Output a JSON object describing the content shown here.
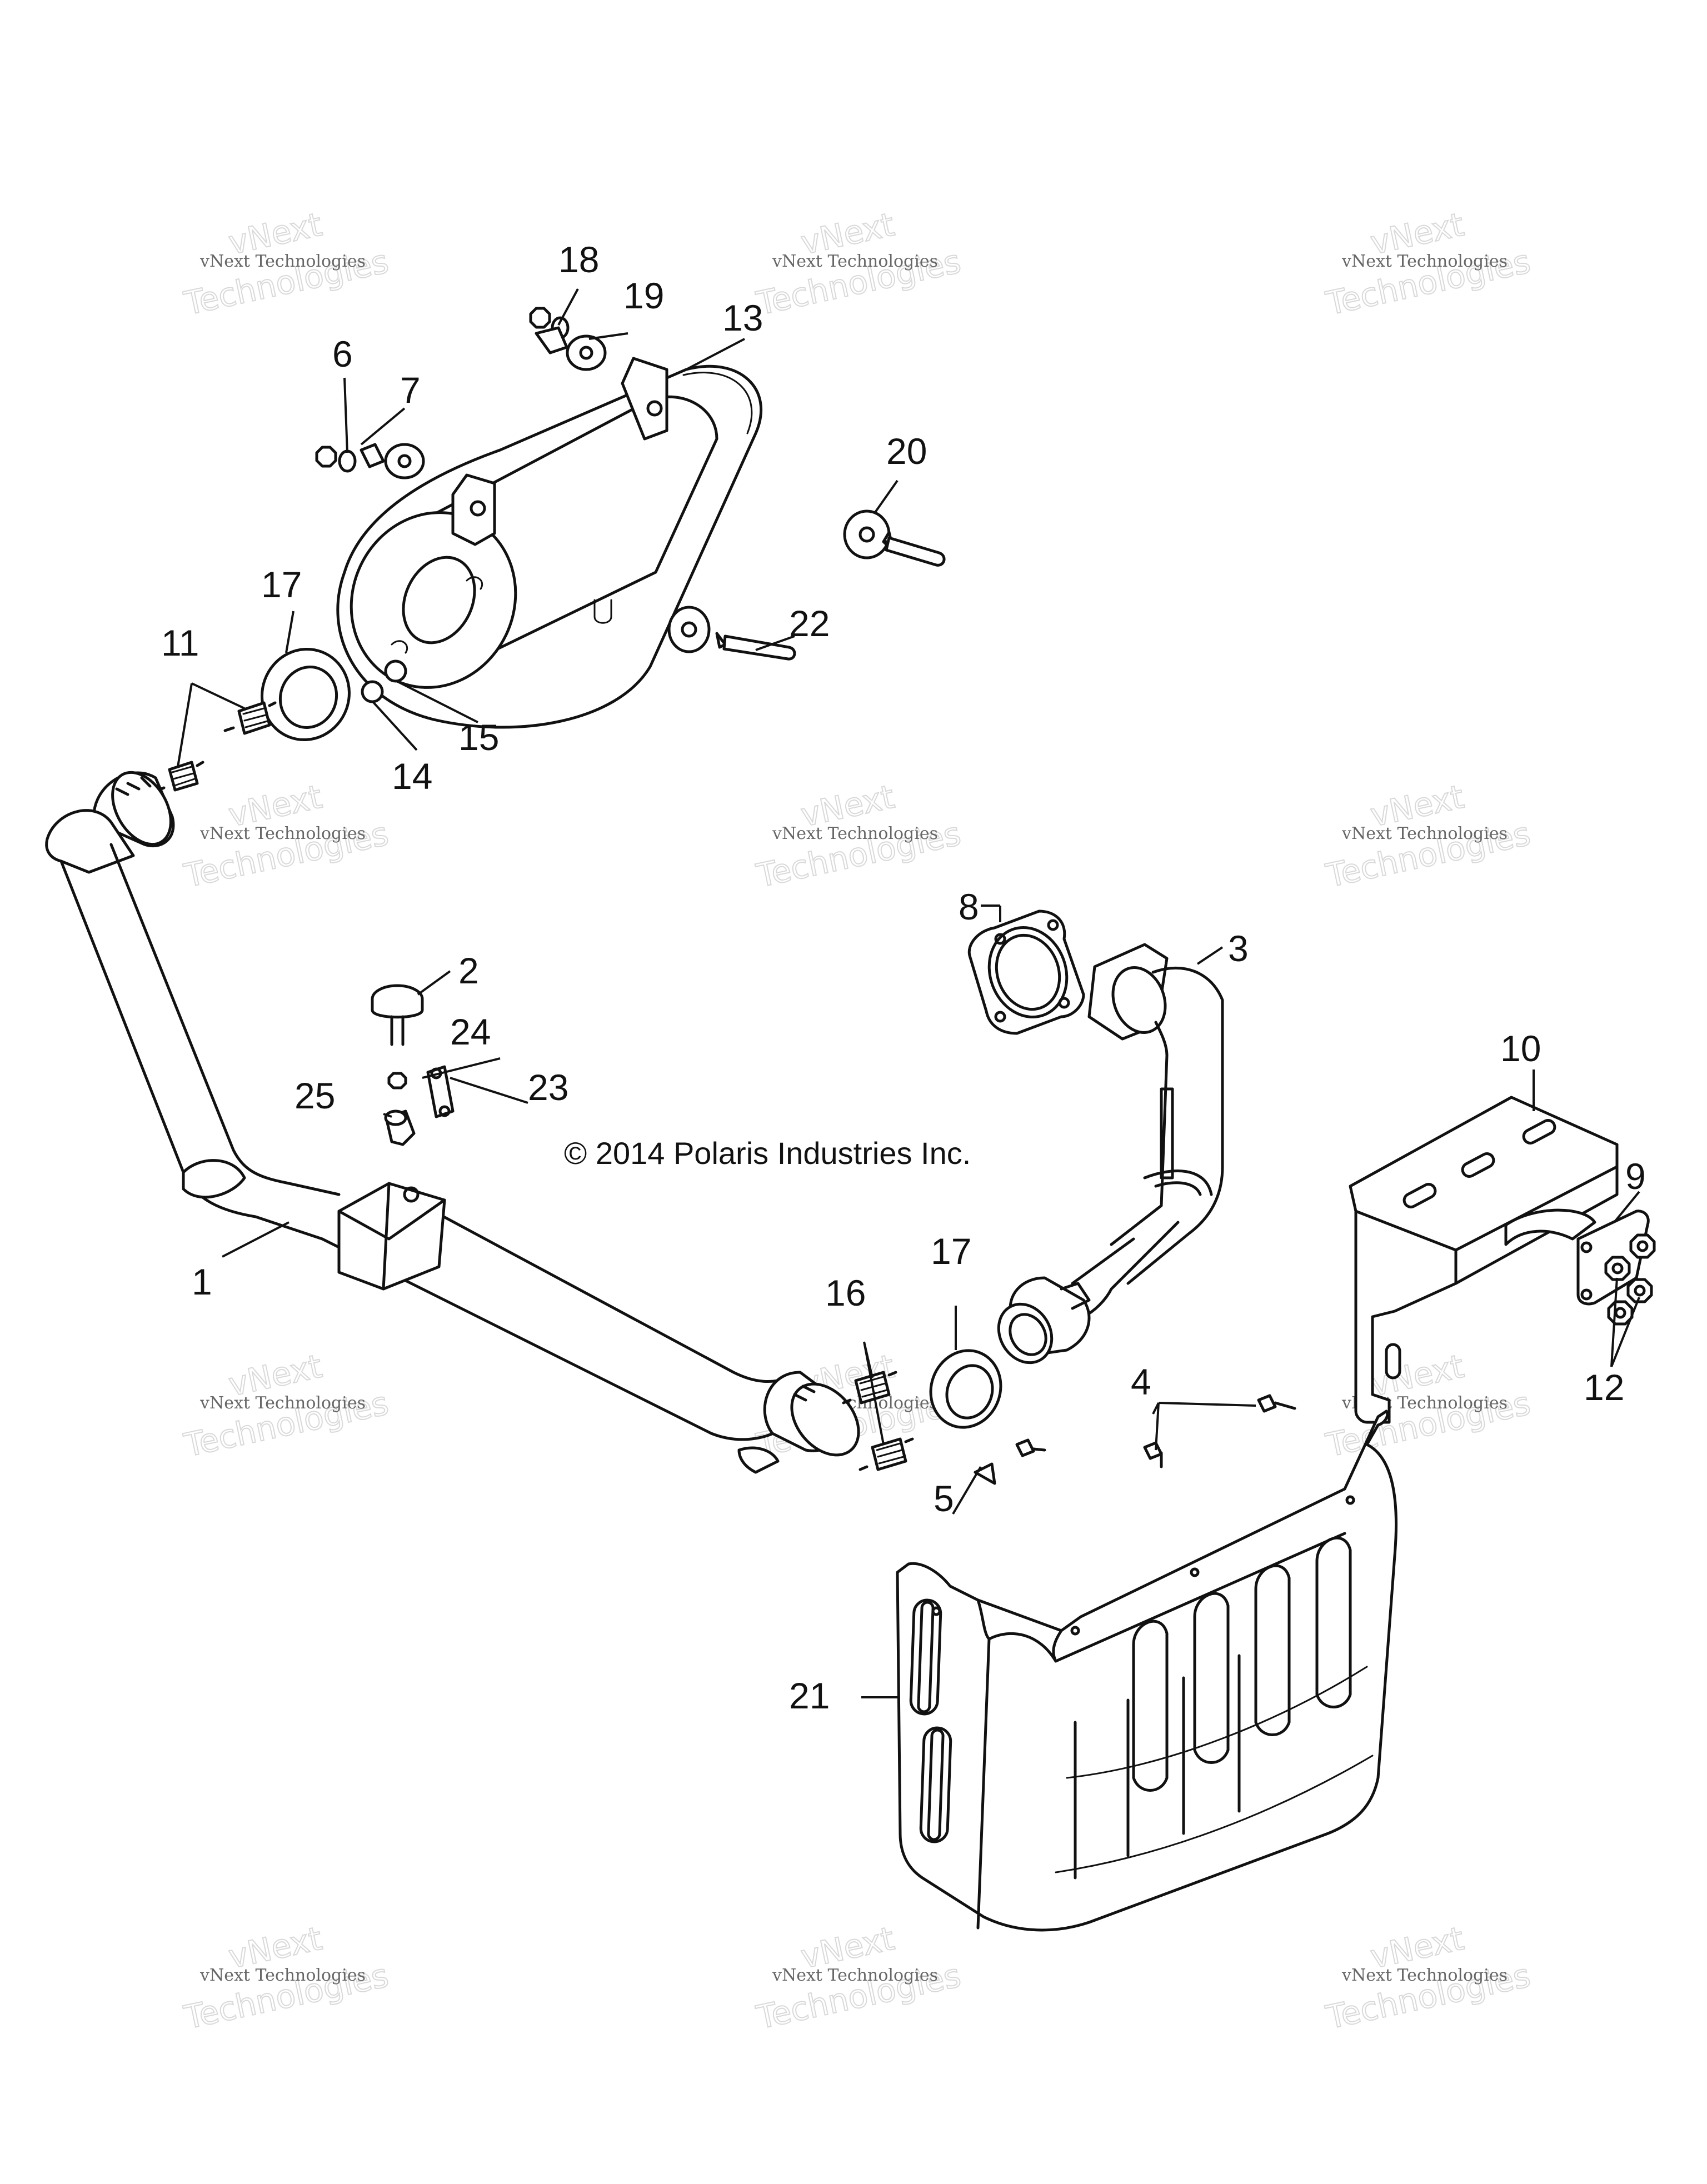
{
  "copyright": "© 2014 Polaris Industries Inc.",
  "watermark": {
    "line1": "vNext Technologies",
    "line2": "vNext",
    "line3": "Technologies"
  },
  "callouts": [
    "1",
    "2",
    "3",
    "4",
    "5",
    "6",
    "7",
    "8",
    "9",
    "10",
    "11",
    "12",
    "13",
    "14",
    "15",
    "16",
    "17",
    "17",
    "18",
    "19",
    "20",
    "21",
    "22",
    "23",
    "24",
    "25"
  ]
}
